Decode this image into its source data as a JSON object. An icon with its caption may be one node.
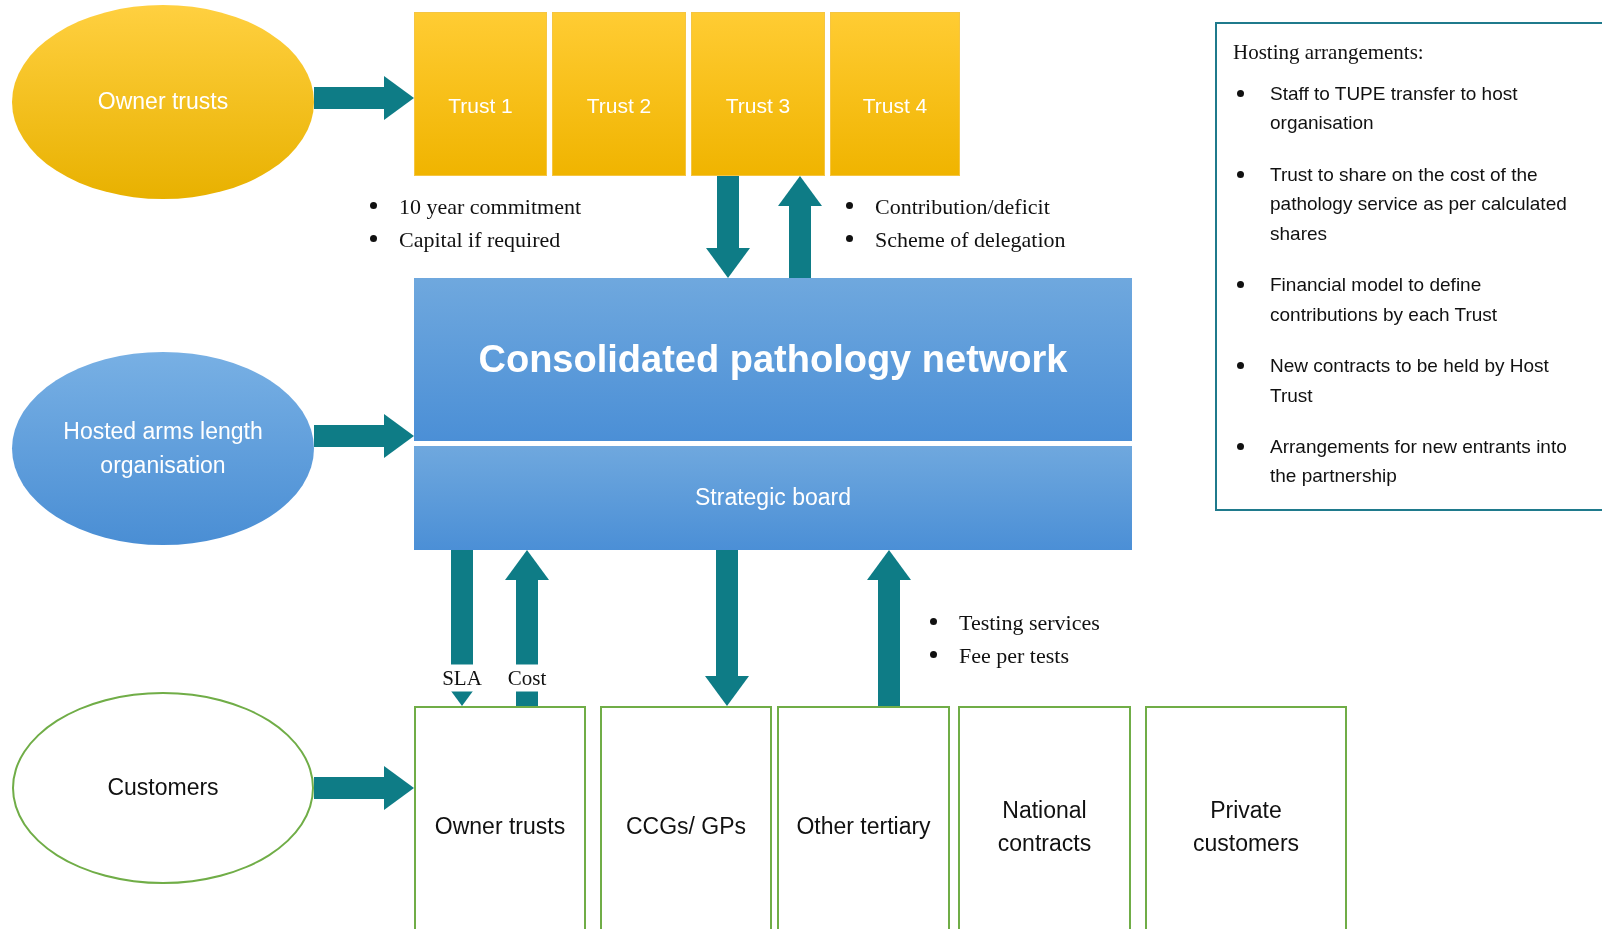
{
  "diagram": {
    "nodes": [
      {
        "text": [
          "Owner trusts"
        ]
      },
      {
        "text": [
          "Trust 1"
        ]
      },
      {
        "text": [
          "Trust 2"
        ]
      },
      {
        "text": [
          "Trust 3"
        ]
      },
      {
        "text": [
          "Trust 4"
        ]
      },
      {
        "text": [
          "Consolidated pathology network"
        ]
      },
      {
        "text": [
          "Strategic board"
        ]
      },
      {
        "text": [
          "Hosted arms length organisation"
        ]
      },
      {
        "text": [
          "Customers"
        ]
      },
      {
        "text": [
          "Owner trusts"
        ]
      },
      {
        "text": [
          "CCGs/ GPs"
        ]
      },
      {
        "text": [
          "Other tertiary"
        ]
      },
      {
        "text": [
          "National contracts"
        ]
      },
      {
        "text": [
          "Private customers"
        ]
      },
      {
        "text": [
          "Hosting arrangements:",
          "Staff to TUPE transfer to host organisation",
          "Trust to share on the cost of the pathology service as per calculated shares",
          "Financial model to define contributions by each Trust",
          "New contracts to be held by Host Trust",
          "Arrangements for new entrants into the partnership"
        ]
      }
    ],
    "edges": [
      {
        "from": 0,
        "to": 1,
        "arrow": "to"
      },
      {
        "from": 7,
        "to": 5,
        "arrow": "to"
      },
      {
        "from": 8,
        "to": 9,
        "arrow": "to"
      },
      {
        "from": 3,
        "to": 5,
        "arrow": "to"
      },
      {
        "from": 5,
        "to": 3,
        "arrow": "to"
      },
      {
        "from": 6,
        "to": 9,
        "arrow": "to",
        "label": "SLA"
      },
      {
        "from": 9,
        "to": 6,
        "arrow": "to",
        "label": "Cost"
      },
      {
        "from": 6,
        "to": 10,
        "arrow": "to"
      },
      {
        "from": 11,
        "to": 6,
        "arrow": "to"
      }
    ],
    "labels": [
      "10 year commitment",
      "Capital if required",
      "Contribution/deficit",
      "Scheme of delegation",
      "Testing services",
      "Fee per tests"
    ]
  }
}
